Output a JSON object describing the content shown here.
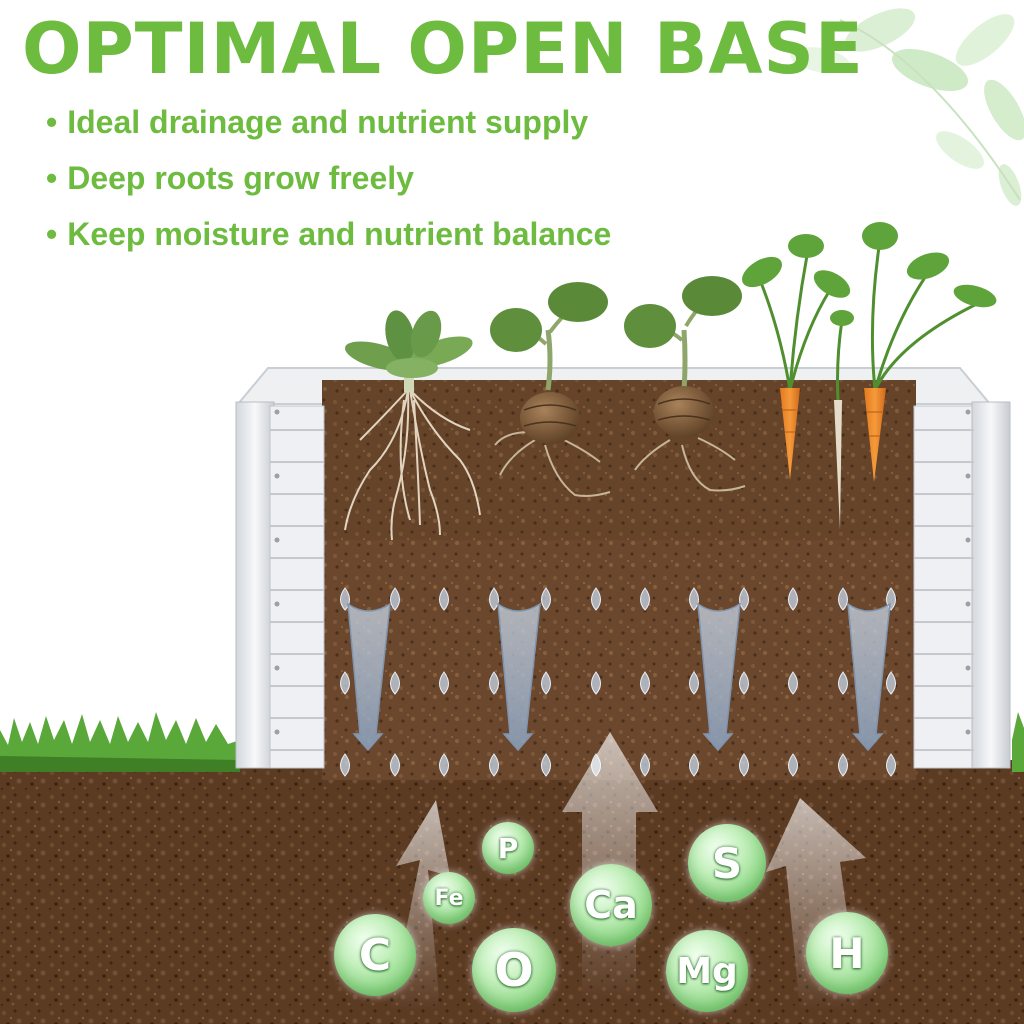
{
  "heading": {
    "title": "OPTIMAL OPEN BASE",
    "bullets": [
      {
        "text": "Ideal drainage and nutrient supply"
      },
      {
        "text": "Deep roots grow freely"
      },
      {
        "text": "Keep moisture and nutrient balance"
      }
    ]
  },
  "colors": {
    "accent_green": "#6dbb3f",
    "soil_brown": "#5a3a22",
    "bed_white": "#e9ecef",
    "grass_green": "#5aa83a",
    "bubble_green": "#8fd786"
  },
  "nutrients": [
    {
      "symbol": "P"
    },
    {
      "symbol": "Fe"
    },
    {
      "symbol": "C"
    },
    {
      "symbol": "Ca"
    },
    {
      "symbol": "O"
    },
    {
      "symbol": "S"
    },
    {
      "symbol": "Mg"
    },
    {
      "symbol": "H"
    }
  ],
  "icons": {
    "leaves": "leaf-cluster-icon",
    "water": "water-droplet-icon",
    "down_arrow": "down-arrow-icon",
    "up_arrow": "up-arrow-icon"
  }
}
